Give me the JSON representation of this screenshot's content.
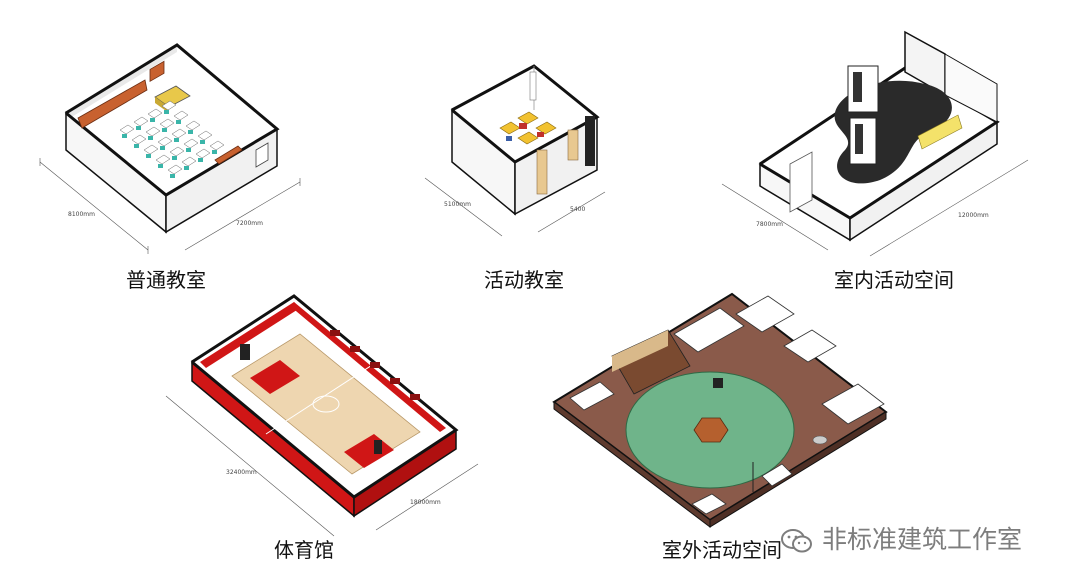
{
  "panels": {
    "classroom": {
      "label": "普通教室",
      "dim_a": "8100mm",
      "dim_b": "7200mm"
    },
    "activity_room": {
      "label": "活动教室",
      "dim_a": "5100mm",
      "dim_b": "5400"
    },
    "indoor_space": {
      "label": "室内活动空间",
      "dim_a": "7800mm",
      "dim_b": "12000mm"
    },
    "gym": {
      "label": "体育馆",
      "dim_a": "32400mm",
      "dim_b": "18000mm"
    },
    "outdoor_space": {
      "label": "室外活动空间"
    }
  },
  "watermark": {
    "text": "非标准建筑工作室",
    "icon": "wechat-icon"
  },
  "colors": {
    "outline": "#111111",
    "wall": "#f7f7f7",
    "floor": "#ffffff",
    "classroom_board": "#c8612f",
    "classroom_desk": "#e8c84a",
    "classroom_chair": "#3ab5a9",
    "activity_yellow": "#f2c230",
    "activity_red": "#c0302a",
    "indoor_blob": "#2a2a2a",
    "indoor_yellow": "#f4e26a",
    "gym_red": "#d01616",
    "gym_wood": "#eed6b0",
    "outdoor_brown": "#8a5a4a",
    "outdoor_green": "#6fb48a",
    "outdoor_hex": "#b5602e"
  }
}
